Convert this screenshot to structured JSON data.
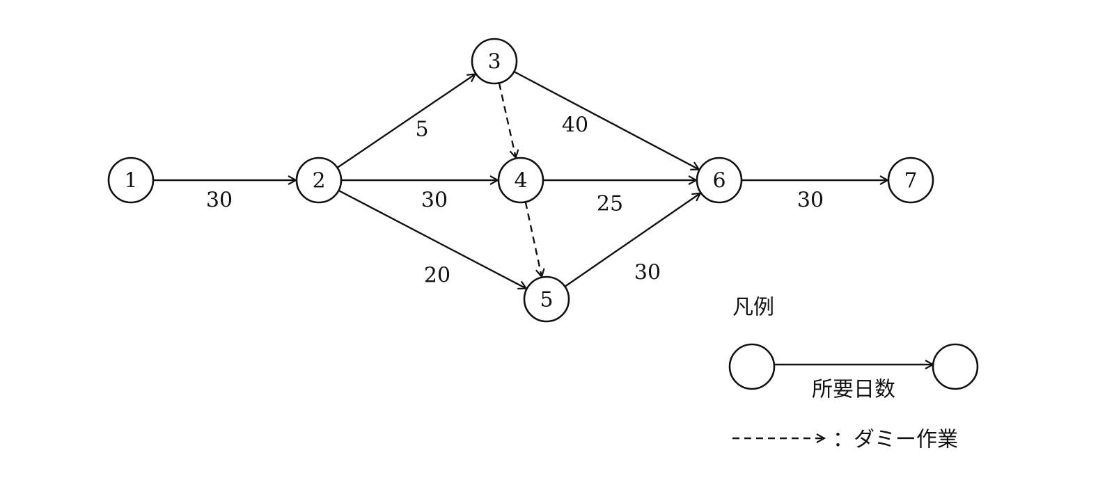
{
  "diagram": {
    "nodes": [
      {
        "id": "1",
        "label": "1"
      },
      {
        "id": "2",
        "label": "2"
      },
      {
        "id": "3",
        "label": "3"
      },
      {
        "id": "4",
        "label": "4"
      },
      {
        "id": "5",
        "label": "5"
      },
      {
        "id": "6",
        "label": "6"
      },
      {
        "id": "7",
        "label": "7"
      }
    ],
    "edges": [
      {
        "from": "1",
        "to": "2",
        "label": "30",
        "dummy": false
      },
      {
        "from": "2",
        "to": "3",
        "label": "5",
        "dummy": false
      },
      {
        "from": "2",
        "to": "4",
        "label": "30",
        "dummy": false
      },
      {
        "from": "2",
        "to": "5",
        "label": "20",
        "dummy": false
      },
      {
        "from": "3",
        "to": "6",
        "label": "40",
        "dummy": false
      },
      {
        "from": "4",
        "to": "6",
        "label": "25",
        "dummy": false
      },
      {
        "from": "5",
        "to": "6",
        "label": "30",
        "dummy": false
      },
      {
        "from": "6",
        "to": "7",
        "label": "30",
        "dummy": false
      },
      {
        "from": "3",
        "to": "4",
        "label": "",
        "dummy": true
      },
      {
        "from": "4",
        "to": "5",
        "label": "",
        "dummy": true
      }
    ]
  },
  "legend": {
    "title": "凡例",
    "edge_caption": "所要日数",
    "dummy_caption": "：ダミー作業"
  }
}
